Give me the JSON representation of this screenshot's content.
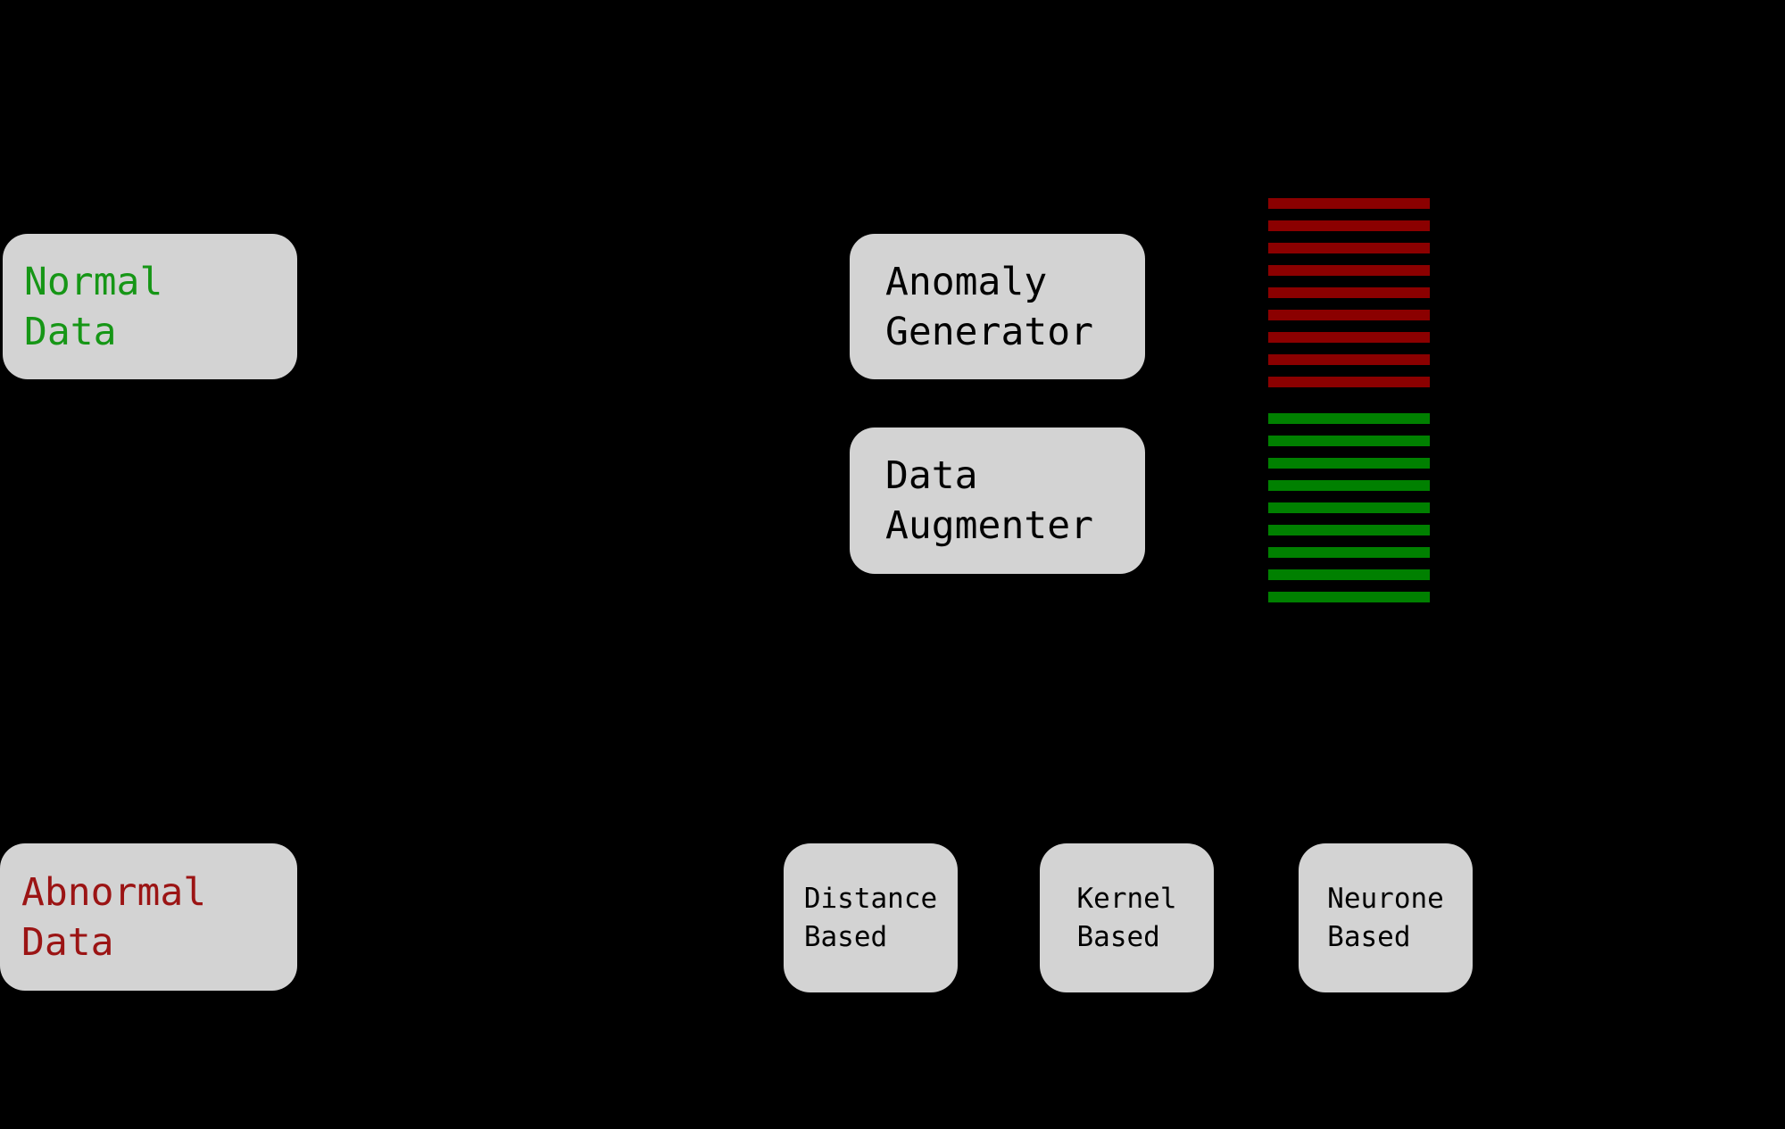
{
  "canvas": {
    "background": "#000000"
  },
  "palette": {
    "box_fill": "#d3d3d3",
    "normal_text_green": "#169616",
    "abnormal_text_red": "#9b1414",
    "black_text": "#000000",
    "anomalous_stripe_red": "#8b0000",
    "normal_stripe_green": "#008000"
  },
  "boxes": {
    "normal_data": {
      "label": "Normal\nData",
      "text_color": "#169616"
    },
    "abnormal_data": {
      "label": "Abnormal\nData",
      "text_color": "#9b1414"
    },
    "anomaly_generator": {
      "label": "Anomaly\nGenerator",
      "text_color": "#000000"
    },
    "data_augmenter": {
      "label": "Data\nAugmenter",
      "text_color": "#000000"
    },
    "distance_based": {
      "label": "Distance\nBased",
      "text_color": "#000000"
    },
    "kernel_based": {
      "label": "Kernel\nBased",
      "text_color": "#000000"
    },
    "neurone_based": {
      "label": "Neurone\nBased",
      "text_color": "#000000"
    }
  },
  "stripe_stacks": {
    "anomalous": {
      "count": 9,
      "color": "#8b0000",
      "item_name": "anomalous-sample-stripe"
    },
    "normal": {
      "count": 9,
      "color": "#008000",
      "item_name": "normal-sample-stripe"
    }
  }
}
